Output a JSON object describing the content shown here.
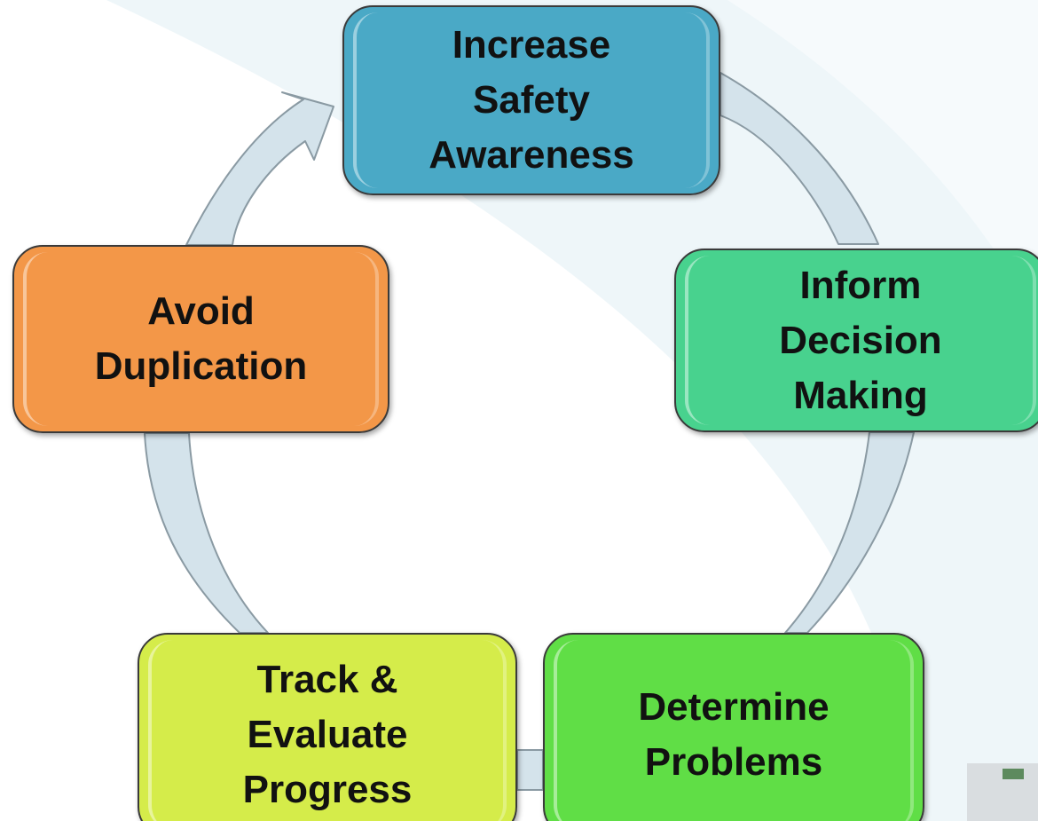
{
  "colors": {
    "arrow_fill": "#d4e3eb",
    "arrow_stroke": "#8a9aa3",
    "background_swoosh": "#e9f4f8"
  },
  "cycle": {
    "nodes": [
      {
        "id": "increase",
        "label": "Increase\nSafety\nAwareness",
        "color": "#4aa9c6"
      },
      {
        "id": "inform",
        "label": "Inform\nDecision\nMaking",
        "color": "#48d28e"
      },
      {
        "id": "determine",
        "label": "Determine\nProblems",
        "color": "#60de46"
      },
      {
        "id": "track",
        "label": "Track &\nEvaluate\nProgress",
        "color": "#d5ec4a"
      },
      {
        "id": "avoid",
        "label": "Avoid\nDuplication",
        "color": "#f39748"
      }
    ]
  }
}
